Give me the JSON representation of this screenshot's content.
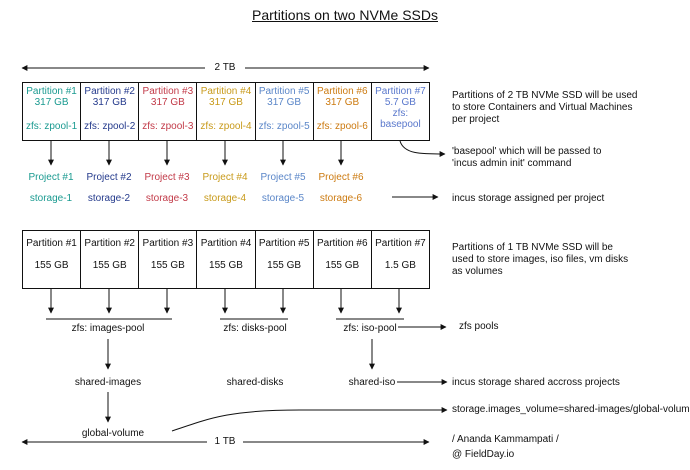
{
  "title": "Partitions on two NVMe SSDs",
  "colors": [
    "#1a9a90",
    "#243a8c",
    "#c23a48",
    "#c89a1a",
    "#5a86c8",
    "#cc7a10",
    "#5a78cc"
  ],
  "ssd2": {
    "size_label": "2 TB",
    "partitions": [
      {
        "name": "Partition #1",
        "size": "317 GB",
        "pool": "zfs: zpool-1"
      },
      {
        "name": "Partition #2",
        "size": "317 GB",
        "pool": "zfs: zpool-2"
      },
      {
        "name": "Partition #3",
        "size": "317 GB",
        "pool": "zfs: zpool-3"
      },
      {
        "name": "Partition #4",
        "size": "317 GB",
        "pool": "zfs: zpool-4"
      },
      {
        "name": "Partition #5",
        "size": "317 GB",
        "pool": "zfs: zpool-5"
      },
      {
        "name": "Partition #6",
        "size": "317 GB",
        "pool": "zfs: zpool-6"
      },
      {
        "name": "Partition #7",
        "size": "5.7 GB",
        "pool_line1": "zfs:",
        "pool_line2": "basepool"
      }
    ],
    "projects": [
      {
        "name": "Project  #1",
        "storage": "storage-1"
      },
      {
        "name": "Project  #2",
        "storage": "storage-2"
      },
      {
        "name": "Project  #3",
        "storage": "storage-3"
      },
      {
        "name": "Project  #4",
        "storage": "storage-4"
      },
      {
        "name": "Project  #5",
        "storage": "storage-5"
      },
      {
        "name": "Project  #6",
        "storage": "storage-6"
      }
    ],
    "note_partitions": "Partitions of 2 TB NVMe SSD will be used to store Containers and Virtual Machines per project",
    "note_basepool": "'basepool' which will be passed to 'incus admin init' command",
    "note_storage": "incus storage assigned per project"
  },
  "ssd1": {
    "size_label": "1 TB",
    "partitions": [
      {
        "name": "Partition #1",
        "size": "155 GB"
      },
      {
        "name": "Partition #2",
        "size": "155 GB"
      },
      {
        "name": "Partition #3",
        "size": "155 GB"
      },
      {
        "name": "Partition #4",
        "size": "155 GB"
      },
      {
        "name": "Partition #5",
        "size": "155 GB"
      },
      {
        "name": "Partition #6",
        "size": "155 GB"
      },
      {
        "name": "Partition #7",
        "size": "1.5 GB"
      }
    ],
    "pools": [
      "zfs: images-pool",
      "zfs: disks-pool",
      "zfs: iso-pool"
    ],
    "shared": [
      "shared-images",
      "shared-disks",
      "shared-iso"
    ],
    "global_volume": "global-volume",
    "note_partitions": "Partitions of 1 TB NVMe SSD will be used to store images, iso files, vm disks as volumes",
    "note_pools": "zfs pools",
    "note_shared": "incus storage shared accross projects",
    "note_config": "storage.images_volume=shared-images/global-volume"
  },
  "credit": {
    "line1": "/ Ananda Kammampati /",
    "line2": "@ FieldDay.io"
  }
}
